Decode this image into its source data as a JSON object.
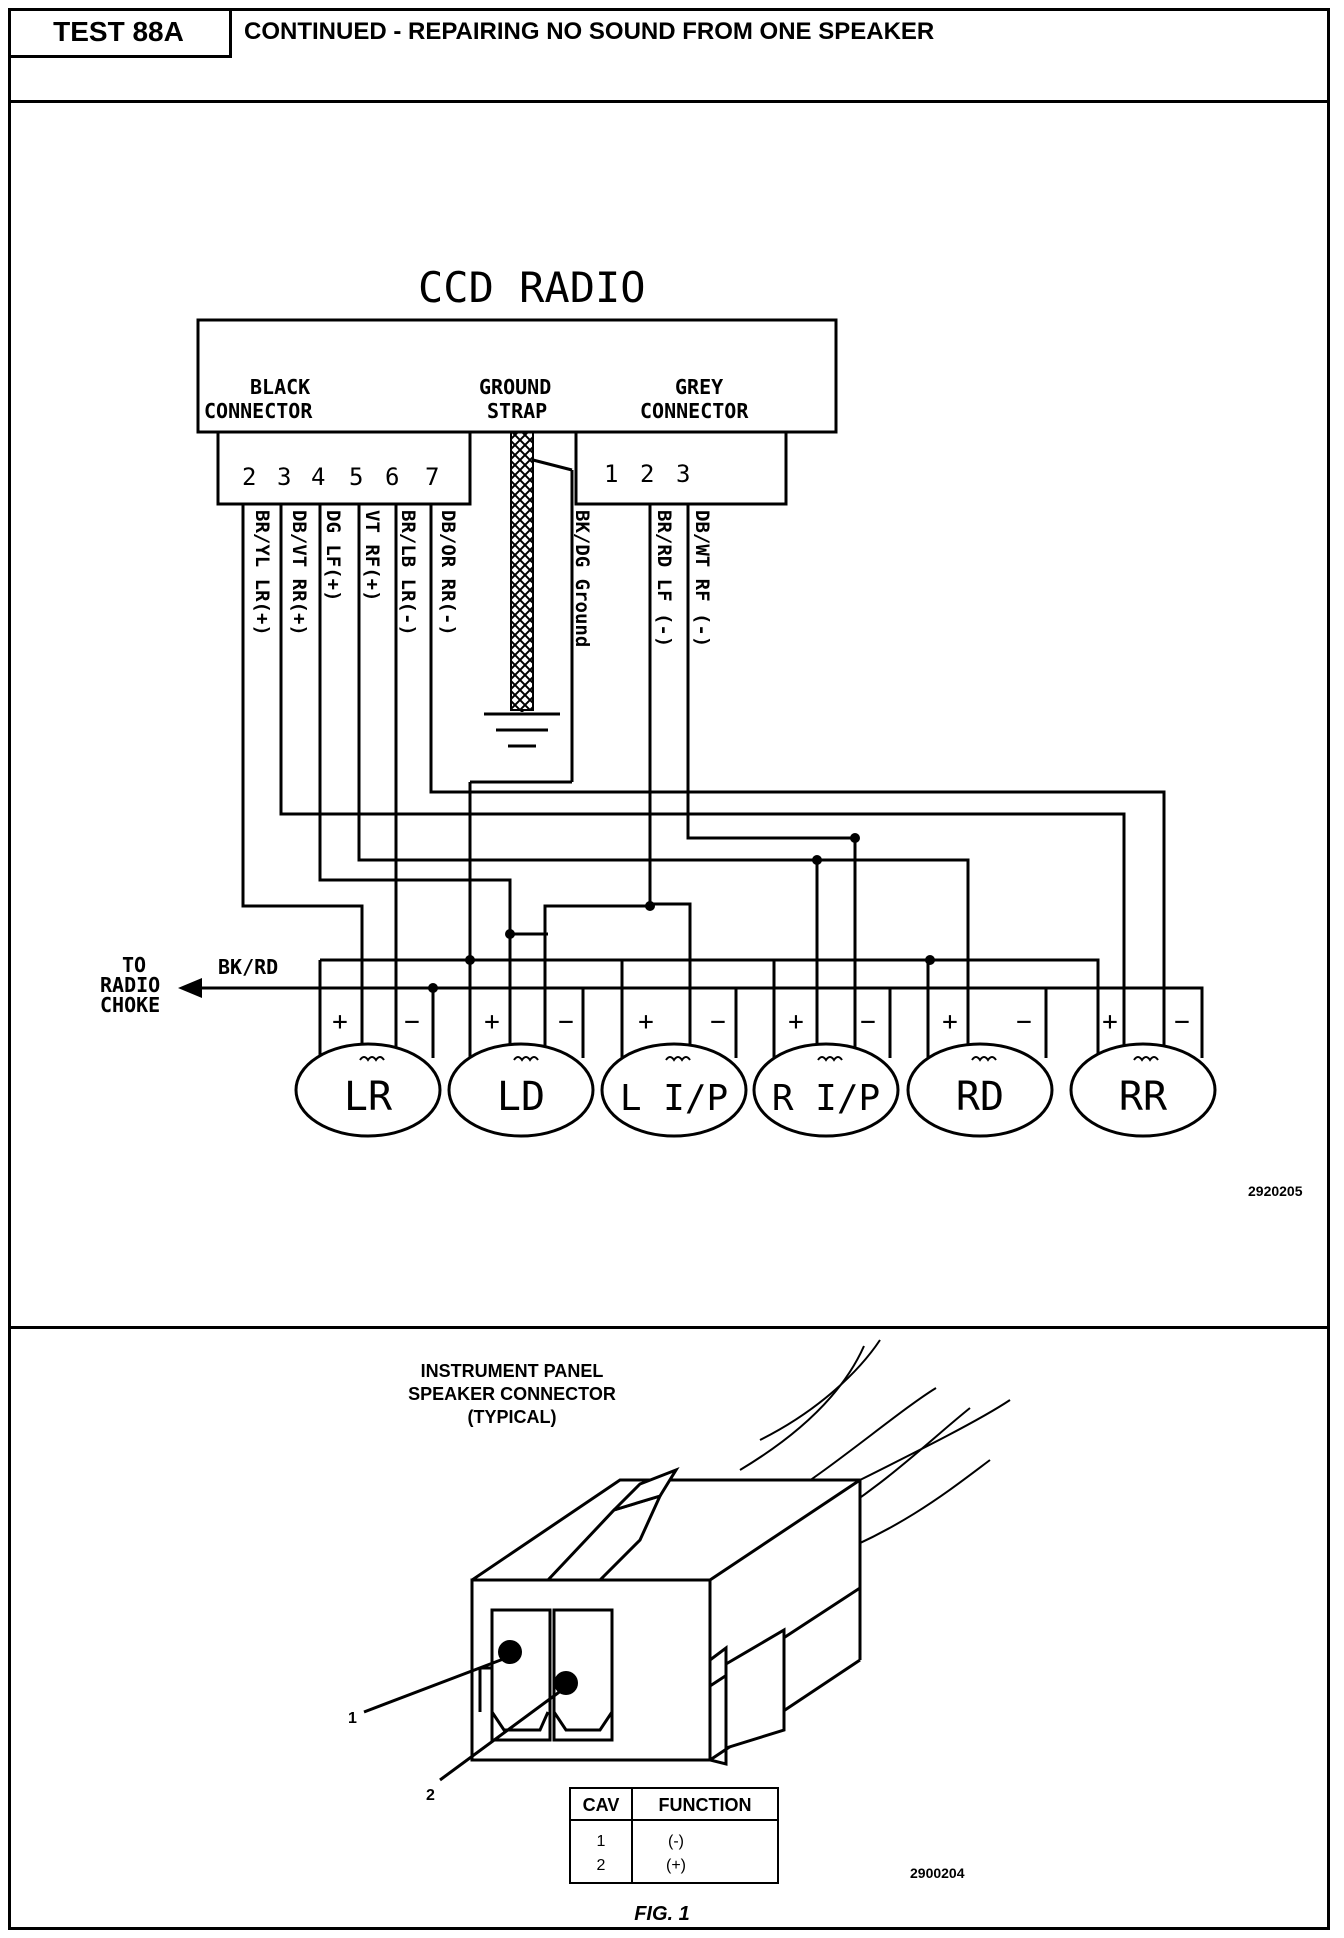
{
  "header": {
    "test_id": "TEST 88A",
    "title": "CONTINUED -  REPAIRING NO SOUND FROM ONE SPEAKER"
  },
  "schematic": {
    "title": "CCD RADIO",
    "black_connector": [
      "BLACK",
      "CONNECTOR"
    ],
    "ground_strap": [
      "GROUND",
      "STRAP"
    ],
    "grey_connector": [
      "GREY",
      "CONNECTOR"
    ],
    "black_pins": [
      "2",
      "3",
      "4",
      "5",
      "6",
      "7"
    ],
    "grey_pins": [
      "1",
      "2",
      "3"
    ],
    "wire_labels": {
      "br_yl": "BR/YL LR(+)",
      "db_vt": "DB/VT RR(+)",
      "dg": "DG LF(+)",
      "vt": "VT RF(+)",
      "br_lb": "BR/LB LR(-)",
      "db_or": "DB/OR RR(-)",
      "bk_dg": "BK/DG Ground",
      "br_rd": "BR/RD LF (-)",
      "db_wt": "DB/WT RF (-)"
    },
    "choke": [
      "TO",
      "RADIO",
      "CHOKE"
    ],
    "choke_wire": "BK/RD",
    "speakers": [
      "LR",
      "LD",
      "L I/P",
      "R I/P",
      "RD",
      "RR"
    ],
    "plus": "+",
    "minus": "−",
    "figure_id": "2920205"
  },
  "connector_view": {
    "title": [
      "INSTRUMENT PANEL",
      "SPEAKER CONNECTOR",
      "(TYPICAL)"
    ],
    "callouts": [
      "1",
      "2"
    ],
    "table": {
      "headers": [
        "CAV",
        "FUNCTION"
      ],
      "rows": [
        [
          "1",
          "(-)"
        ],
        [
          "2",
          "(+)"
        ]
      ]
    },
    "figure_id": "2900204",
    "caption": "FIG. 1"
  }
}
